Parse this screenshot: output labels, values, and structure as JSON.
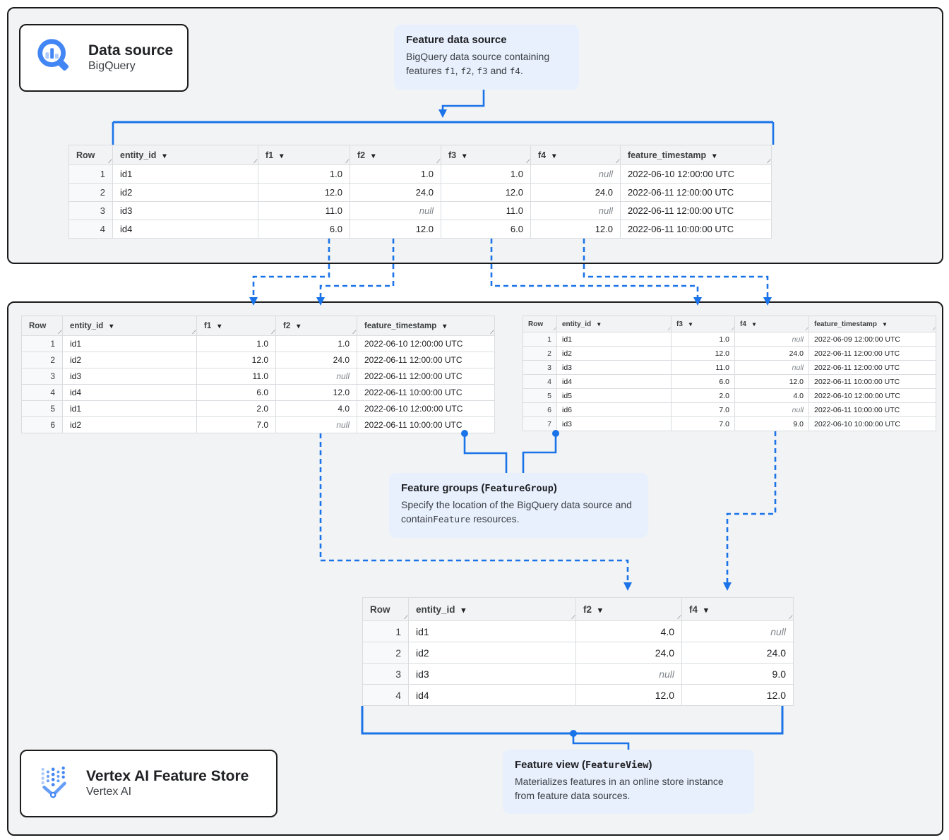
{
  "colors": {
    "accent_blue": "#1a73e8",
    "callout_bg": "#e8f0fe",
    "panel_bg": "#f1f3f4",
    "table_border": "#dadce0",
    "null_text": "#80868b",
    "icon_blue": "#4285f4",
    "icon_light_blue": "#aecbfa"
  },
  "labels": {
    "null_label": "null"
  },
  "source_card": {
    "title": "Data source",
    "subtitle": "BigQuery",
    "icon": "bigquery-magnifier-icon"
  },
  "store_card": {
    "title": "Vertex AI Feature Store",
    "subtitle": "Vertex AI",
    "icon": "vertex-ai-icon"
  },
  "callouts": {
    "feature_data_source": {
      "title": [
        {
          "t": "Feature data source"
        }
      ],
      "body": [
        {
          "t": "BigQuery data source containing features "
        },
        {
          "c": "f1"
        },
        {
          "t": ", "
        },
        {
          "c": "f2"
        },
        {
          "t": ", "
        },
        {
          "c": "f3"
        },
        {
          "t": " and "
        },
        {
          "c": "f4"
        },
        {
          "t": "."
        }
      ]
    },
    "feature_groups": {
      "title": [
        {
          "t": "Feature groups ("
        },
        {
          "c": "FeatureGroup"
        },
        {
          "t": ")"
        }
      ],
      "body": [
        {
          "t": "Specify the location of the BigQuery data source and contain"
        },
        {
          "c": "Feature"
        },
        {
          "t": " resources."
        }
      ]
    },
    "feature_view": {
      "title": [
        {
          "t": "Feature view ("
        },
        {
          "c": "FeatureView"
        },
        {
          "t": ")"
        }
      ],
      "body": [
        {
          "t": "Materializes features in an online store instance from feature data sources."
        }
      ]
    }
  },
  "tables": {
    "source": {
      "columns": [
        {
          "label": "Row",
          "sortable": false,
          "align": "rownum"
        },
        {
          "label": "entity_id",
          "sortable": true,
          "align": "left"
        },
        {
          "label": "f1",
          "sortable": true,
          "align": "right"
        },
        {
          "label": "f2",
          "sortable": true,
          "align": "right"
        },
        {
          "label": "f3",
          "sortable": true,
          "align": "right"
        },
        {
          "label": "f4",
          "sortable": true,
          "align": "right"
        },
        {
          "label": "feature_timestamp",
          "sortable": true,
          "align": "left"
        }
      ],
      "rows": [
        [
          "1",
          "id1",
          "1.0",
          "1.0",
          "1.0",
          null,
          "2022-06-10 12:00:00 UTC"
        ],
        [
          "2",
          "id2",
          "12.0",
          "24.0",
          "12.0",
          "24.0",
          "2022-06-11 12:00:00 UTC"
        ],
        [
          "3",
          "id3",
          "11.0",
          null,
          "11.0",
          null,
          "2022-06-11 12:00:00 UTC"
        ],
        [
          "4",
          "id4",
          "6.0",
          "12.0",
          "6.0",
          "12.0",
          "2022-06-11 10:00:00 UTC"
        ]
      ]
    },
    "group_f1_f2": {
      "columns": [
        {
          "label": "Row",
          "sortable": false,
          "align": "rownum"
        },
        {
          "label": "entity_id",
          "sortable": true,
          "align": "left"
        },
        {
          "label": "f1",
          "sortable": true,
          "align": "right"
        },
        {
          "label": "f2",
          "sortable": true,
          "align": "right"
        },
        {
          "label": "feature_timestamp",
          "sortable": true,
          "align": "left"
        }
      ],
      "rows": [
        [
          "1",
          "id1",
          "1.0",
          "1.0",
          "2022-06-10 12:00:00 UTC"
        ],
        [
          "2",
          "id2",
          "12.0",
          "24.0",
          "2022-06-11 12:00:00 UTC"
        ],
        [
          "3",
          "id3",
          "11.0",
          null,
          "2022-06-11 12:00:00 UTC"
        ],
        [
          "4",
          "id4",
          "6.0",
          "12.0",
          "2022-06-11 10:00:00 UTC"
        ],
        [
          "5",
          "id1",
          "2.0",
          "4.0",
          "2022-06-10 12:00:00 UTC"
        ],
        [
          "6",
          "id2",
          "7.0",
          null,
          "2022-06-11 10:00:00 UTC"
        ]
      ]
    },
    "group_f3_f4": {
      "columns": [
        {
          "label": "Row",
          "sortable": false,
          "align": "rownum"
        },
        {
          "label": "entity_id",
          "sortable": true,
          "align": "left"
        },
        {
          "label": "f3",
          "sortable": true,
          "align": "right"
        },
        {
          "label": "f4",
          "sortable": true,
          "align": "right"
        },
        {
          "label": "feature_timestamp",
          "sortable": true,
          "align": "left"
        }
      ],
      "rows": [
        [
          "1",
          "id1",
          "1.0",
          null,
          "2022-06-09 12:00:00 UTC"
        ],
        [
          "2",
          "id2",
          "12.0",
          "24.0",
          "2022-06-11 12:00:00 UTC"
        ],
        [
          "3",
          "id3",
          "11.0",
          null,
          "2022-06-11 12:00:00 UTC"
        ],
        [
          "4",
          "id4",
          "6.0",
          "12.0",
          "2022-06-11 10:00:00 UTC"
        ],
        [
          "5",
          "id5",
          "2.0",
          "4.0",
          "2022-06-10 12:00:00 UTC"
        ],
        [
          "6",
          "id6",
          "7.0",
          null,
          "2022-06-11 10:00:00 UTC"
        ],
        [
          "7",
          "id3",
          "7.0",
          "9.0",
          "2022-06-10 10:00:00 UTC"
        ]
      ]
    },
    "feature_view": {
      "columns": [
        {
          "label": "Row",
          "sortable": false,
          "align": "rownum"
        },
        {
          "label": "entity_id",
          "sortable": true,
          "align": "left"
        },
        {
          "label": "f2",
          "sortable": true,
          "align": "right"
        },
        {
          "label": "f4",
          "sortable": true,
          "align": "right"
        }
      ],
      "rows": [
        [
          "1",
          "id1",
          "4.0",
          null
        ],
        [
          "2",
          "id2",
          "24.0",
          "24.0"
        ],
        [
          "3",
          "id3",
          null,
          "9.0"
        ],
        [
          "4",
          "id4",
          "12.0",
          "12.0"
        ]
      ]
    }
  }
}
